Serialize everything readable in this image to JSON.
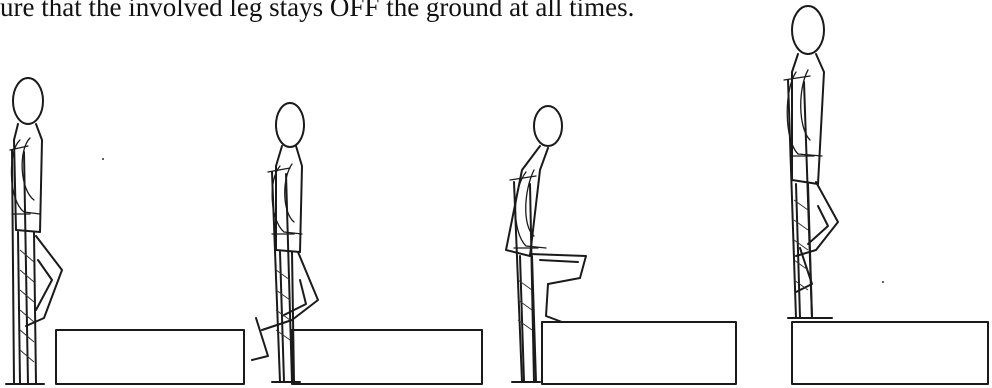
{
  "caption": {
    "text": "ure that the involved leg stays OFF the ground at all times."
  },
  "figures": {
    "count": 4,
    "icon": "crutch-stair-climb-illustration"
  }
}
